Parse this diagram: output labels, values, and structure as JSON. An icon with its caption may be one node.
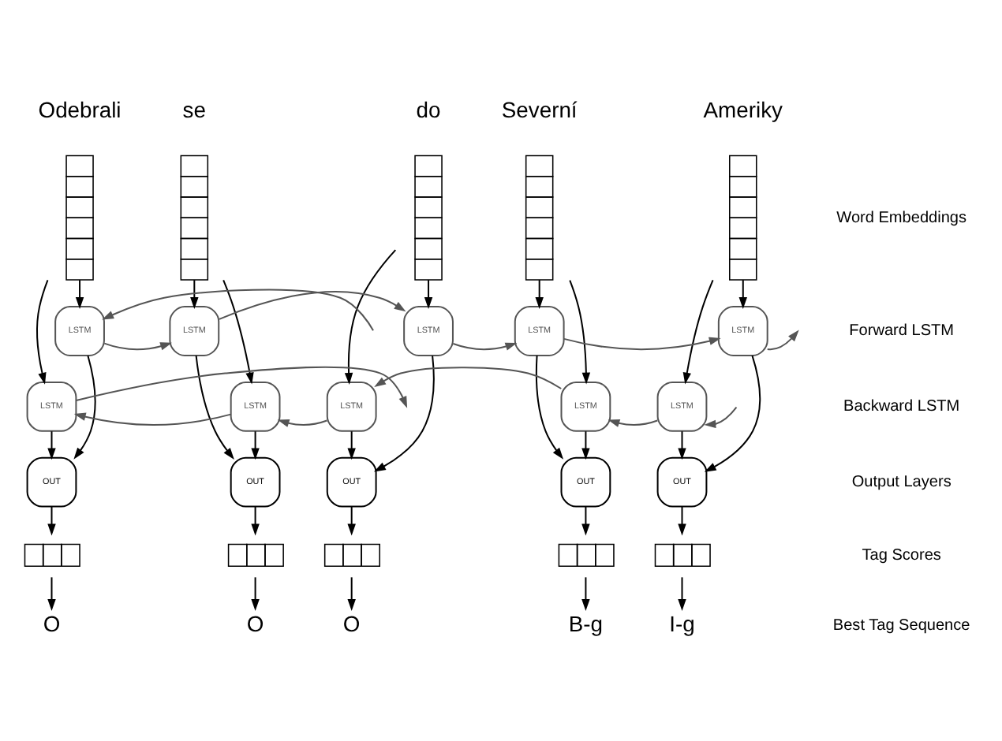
{
  "diagram": {
    "nodes": [
      {
        "text": [],
        "shape": "bar"
      },
      {
        "text": [],
        "shape": "bar"
      },
      {
        "text": [],
        "shape": "bar"
      },
      {
        "text": [],
        "shape": "bar"
      },
      {
        "text": [],
        "shape": "bar"
      },
      {
        "text": [
          "LSTM"
        ]
      },
      {
        "text": [
          "LSTM"
        ]
      },
      {
        "text": [
          "LSTM"
        ]
      },
      {
        "text": [
          "LSTM"
        ]
      },
      {
        "text": [
          "LSTM"
        ]
      },
      {
        "text": [
          "LSTM"
        ]
      },
      {
        "text": [
          "LSTM"
        ]
      },
      {
        "text": [
          "LSTM"
        ]
      },
      {
        "text": [
          "LSTM"
        ]
      },
      {
        "text": [
          "LSTM"
        ]
      },
      {
        "text": [
          "OUT"
        ]
      },
      {
        "text": [
          "OUT"
        ]
      },
      {
        "text": [
          "OUT"
        ]
      },
      {
        "text": [
          "OUT"
        ]
      },
      {
        "text": [
          "OUT"
        ]
      },
      {
        "text": [],
        "shape": "bar"
      },
      {
        "text": [],
        "shape": "bar"
      },
      {
        "text": [],
        "shape": "bar"
      },
      {
        "text": [],
        "shape": "bar"
      },
      {
        "text": [],
        "shape": "bar"
      },
      {
        "text": [
          "O"
        ]
      },
      {
        "text": [
          "O"
        ]
      },
      {
        "text": [
          "O"
        ]
      },
      {
        "text": [
          "B-g"
        ]
      },
      {
        "text": [
          "I-g"
        ]
      }
    ],
    "edges": [
      {
        "from": 0,
        "to": 5,
        "arrow": "to"
      },
      {
        "from": 0,
        "to": 10,
        "arrow": "to"
      },
      {
        "from": 5,
        "to": 15,
        "arrow": "to"
      },
      {
        "from": 10,
        "to": 15,
        "arrow": "to"
      },
      {
        "from": 15,
        "to": 20,
        "arrow": "to"
      },
      {
        "from": 20,
        "to": 25,
        "arrow": "to"
      },
      {
        "from": 1,
        "to": 6,
        "arrow": "to"
      },
      {
        "from": 1,
        "to": 11,
        "arrow": "to"
      },
      {
        "from": 6,
        "to": 16,
        "arrow": "to"
      },
      {
        "from": 11,
        "to": 16,
        "arrow": "to"
      },
      {
        "from": 16,
        "to": 21,
        "arrow": "to"
      },
      {
        "from": 21,
        "to": 26,
        "arrow": "to"
      },
      {
        "from": 2,
        "to": 7,
        "arrow": "to"
      },
      {
        "from": 2,
        "to": 12,
        "arrow": "to"
      },
      {
        "from": 7,
        "to": 17,
        "arrow": "to"
      },
      {
        "from": 12,
        "to": 17,
        "arrow": "to"
      },
      {
        "from": 17,
        "to": 22,
        "arrow": "to"
      },
      {
        "from": 22,
        "to": 27,
        "arrow": "to"
      },
      {
        "from": 3,
        "to": 8,
        "arrow": "to"
      },
      {
        "from": 3,
        "to": 13,
        "arrow": "to"
      },
      {
        "from": 8,
        "to": 18,
        "arrow": "to"
      },
      {
        "from": 13,
        "to": 18,
        "arrow": "to"
      },
      {
        "from": 18,
        "to": 23,
        "arrow": "to"
      },
      {
        "from": 23,
        "to": 28,
        "arrow": "to"
      },
      {
        "from": 4,
        "to": 9,
        "arrow": "to"
      },
      {
        "from": 4,
        "to": 14,
        "arrow": "to"
      },
      {
        "from": 9,
        "to": 19,
        "arrow": "to"
      },
      {
        "from": 14,
        "to": 19,
        "arrow": "to"
      },
      {
        "from": 19,
        "to": 24,
        "arrow": "to"
      },
      {
        "from": 24,
        "to": 29,
        "arrow": "to"
      },
      {
        "from": null,
        "to": 5,
        "arrow": "to",
        "color": "#555555"
      },
      {
        "from": 5,
        "to": 6,
        "arrow": "to",
        "color": "#555555"
      },
      {
        "from": 6,
        "to": 7,
        "arrow": "to",
        "color": "#555555"
      },
      {
        "from": 7,
        "to": 8,
        "arrow": "to",
        "color": "#555555"
      },
      {
        "from": 8,
        "to": 9,
        "arrow": "to",
        "color": "#555555"
      },
      {
        "from": 9,
        "to": null,
        "arrow": "to",
        "color": "#555555"
      },
      {
        "from": null,
        "to": 14,
        "arrow": "to",
        "color": "#555555"
      },
      {
        "from": 14,
        "to": 13,
        "arrow": "to",
        "color": "#555555"
      },
      {
        "from": 13,
        "to": 12,
        "arrow": "to",
        "color": "#555555"
      },
      {
        "from": 12,
        "to": 11,
        "arrow": "to",
        "color": "#555555"
      },
      {
        "from": 11,
        "to": 10,
        "arrow": "to",
        "color": "#555555"
      },
      {
        "from": 10,
        "to": null,
        "arrow": "to",
        "color": "#555555"
      }
    ],
    "labels": [
      "Odebrali",
      "se",
      "do",
      "Severní",
      "Ameriky",
      "Word Embeddings",
      "Forward LSTM",
      "Backward LSTM",
      "Output Layers",
      "Tag Scores",
      "Best Tag Sequence"
    ]
  }
}
